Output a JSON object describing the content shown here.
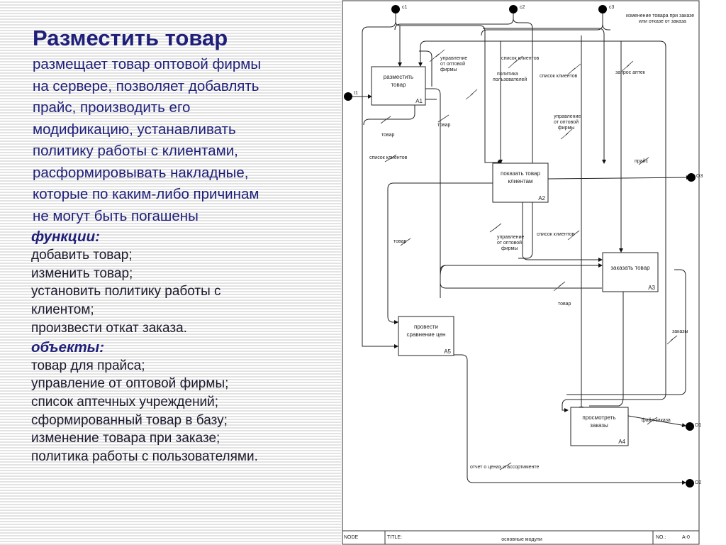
{
  "slide": {
    "title": "Разместить товар",
    "description_lines": [
      "размещает товар оптовой фирмы",
      "на сервере, позволяет добавлять",
      "прайс, производить его",
      "модификацию, устанавливать",
      "политику работы с клиентами,",
      "расформировывать накладные,",
      "которые по каким-либо причинам",
      "не могут быть погашены"
    ],
    "functions_heading": "функции:",
    "functions": [
      "добавить товар;",
      "изменить товар;",
      "установить политику работы с",
      "клиентом;",
      "произвести откат заказа."
    ],
    "objects_heading": "объекты:",
    "objects": [
      "товар для прайса;",
      "управление от оптовой фирмы;",
      "список аптечных учреждений;",
      "сформированный товар в базу;",
      "изменение товара при заказе;",
      "политика работы с пользователями."
    ]
  },
  "diagram": {
    "boxes": [
      {
        "id": "A1",
        "lines": [
          "разместить",
          "товар"
        ]
      },
      {
        "id": "A2",
        "lines": [
          "показать товар",
          "клиентам"
        ]
      },
      {
        "id": "A3",
        "lines": [
          "заказать товар"
        ]
      },
      {
        "id": "A5",
        "lines": [
          "провести",
          "сравнение цен"
        ]
      },
      {
        "id": "A4",
        "lines": [
          "просмотреть",
          "заказы"
        ]
      }
    ],
    "ports": {
      "c1": "c1",
      "c2": "c2",
      "c3": "c3",
      "i1": "I1",
      "o3": "O3",
      "o1": "O1",
      "o2": "O2"
    },
    "arrow_labels": {
      "mgmt_top": [
        "управление",
        "от оптовой",
        "фирмы"
      ],
      "client_list_top": "список клиентов",
      "change_goods": [
        "изменение товара при заказе",
        "или отказе от заказа"
      ],
      "user_policy": [
        "политика",
        "пользователей"
      ],
      "client_list_mid": "список клиентов",
      "pharmacy_request": "запрос аптек",
      "goods_a1": "товар",
      "goods_right": "товар",
      "mgmt_mid": [
        "управление",
        "от оптовой",
        "фирмы"
      ],
      "client_list_left": "список клиентов",
      "price": "прайс",
      "goods_left": "товар",
      "mgmt_low": [
        "управление",
        "от оптовой",
        "фирмы"
      ],
      "client_list_low": "список клиентов",
      "goods_a3": "товар",
      "orders": "заказы",
      "order_file": "файл заказа",
      "price_report": "отчет о ценах и ассортименте"
    },
    "footer": {
      "node_label": "NODE",
      "title_label": "TITLE:",
      "title_value": "основные модули",
      "no_label": "NO.:",
      "no_value": "A-0"
    }
  }
}
